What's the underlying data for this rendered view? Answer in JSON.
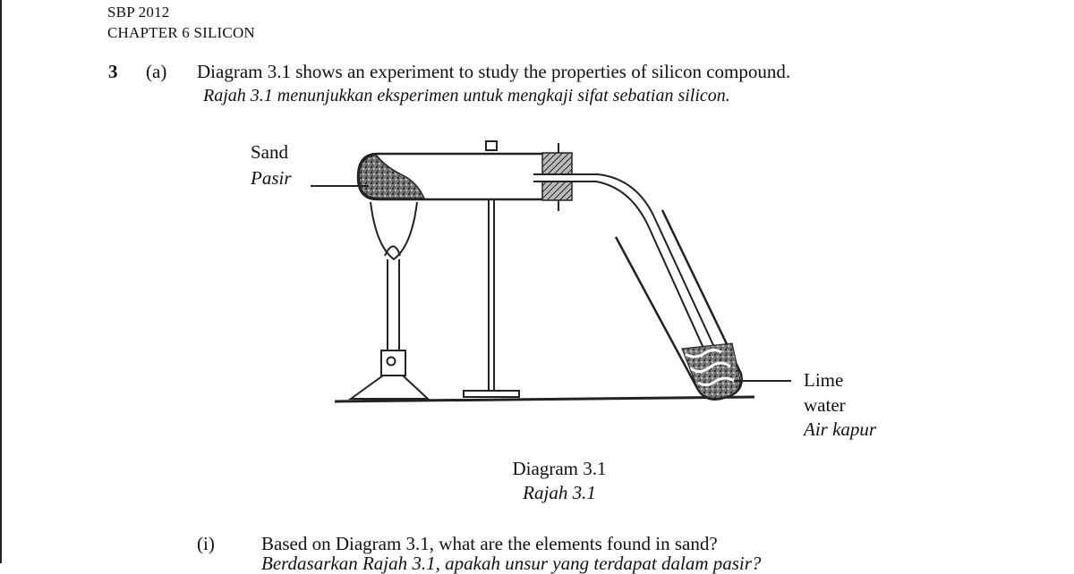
{
  "header": {
    "line1": "SBP 2012",
    "line2": "CHAPTER 6  SILICON"
  },
  "question": {
    "number": "3",
    "part": "(a)",
    "text": "Diagram 3.1 shows an experiment to study the properties of silicon compound.",
    "translation": "Rajah 3.1 menunjukkan eksperimen untuk mengkaji sifat sebatian silicon."
  },
  "diagram": {
    "label_sand": "Sand",
    "label_sand_malay": "Pasir",
    "label_lime_1": "Lime",
    "label_lime_2": "water",
    "label_lime_malay": "Air kapur",
    "caption": "Diagram 3.1",
    "caption_malay": "Rajah 3.1"
  },
  "sub_question": {
    "label": "(i)",
    "text": "Based on Diagram 3.1, what are the elements found in sand?",
    "translation_partial": "Berdasarkan Rajah 3.1, apakah unsur yang terdapat dalam pasir?"
  }
}
